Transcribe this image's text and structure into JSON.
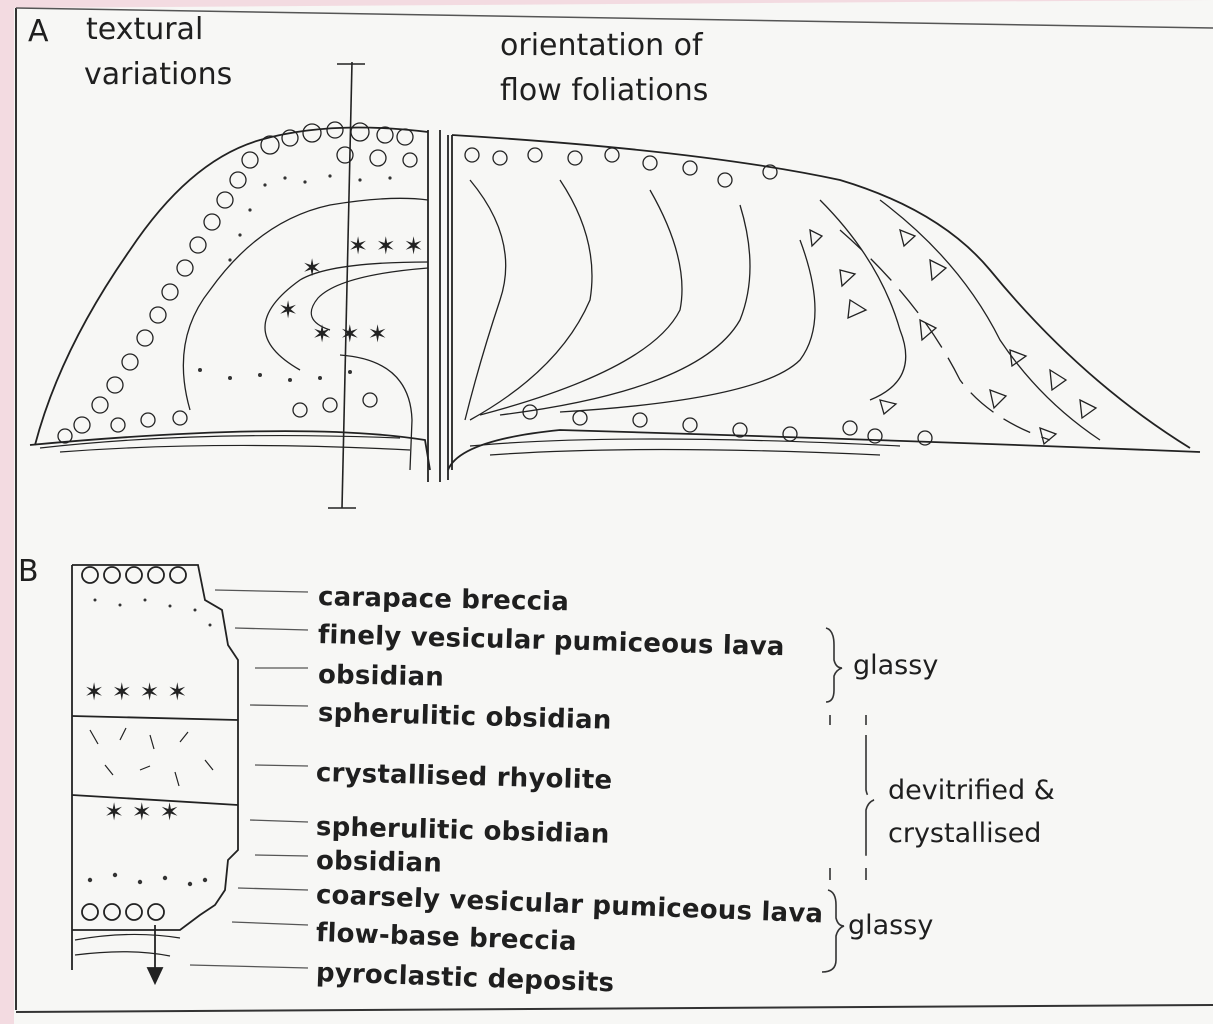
{
  "panel_a": {
    "letter": "A",
    "title_left_line1": "textural",
    "title_left_line2": "variations",
    "title_right_line1": "orientation of",
    "title_right_line2": "flow foliations"
  },
  "panel_b": {
    "letter": "B",
    "layers": [
      "carapace breccia",
      "finely vesicular pumiceous lava",
      "obsidian",
      "spherulitic obsidian",
      "crystallised rhyolite",
      "spherulitic obsidian",
      "obsidian",
      "coarsely vesicular pumiceous lava",
      "flow-base breccia",
      "pyroclastic deposits"
    ],
    "groups": {
      "glassy_top": "glassy",
      "devitrified_line1": "devitrified &",
      "devitrified_line2": "crystallised",
      "glassy_bottom": "glassy"
    }
  },
  "colors": {
    "background_frame": "#f3dbe1",
    "paper": "#f7f7f5",
    "ink": "#1f1f1f"
  }
}
